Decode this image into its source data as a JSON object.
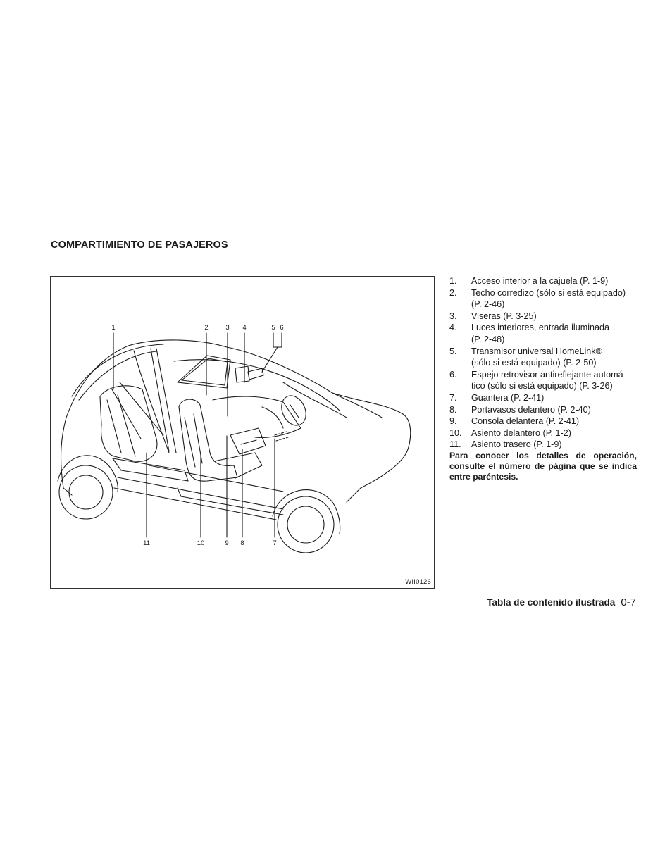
{
  "section": {
    "title": "COMPARTIMIENTO DE PASAJEROS"
  },
  "figure": {
    "id": "WII0126",
    "callouts": [
      "1",
      "2",
      "3",
      "4",
      "5",
      "6",
      "7",
      "8",
      "9",
      "10",
      "11"
    ]
  },
  "legend": {
    "items": [
      {
        "num": "1.",
        "lines": [
          "Acceso interior a la cajuela (P. 1-9)"
        ]
      },
      {
        "num": "2.",
        "lines": [
          "Techo corredizo (sólo si está equipado)",
          "(P. 2-46)"
        ]
      },
      {
        "num": "3.",
        "lines": [
          "Viseras (P. 3-25)"
        ]
      },
      {
        "num": "4.",
        "lines": [
          "Luces interiores, entrada iluminada",
          "(P. 2-48)"
        ]
      },
      {
        "num": "5.",
        "lines": [
          "Transmisor universal HomeLink®",
          "(sólo si está equipado) (P. 2-50)"
        ]
      },
      {
        "num": "6.",
        "lines": [
          "Espejo retrovisor antireflejante automá-",
          "tico (sólo si está equipado) (P. 3-26)"
        ]
      },
      {
        "num": "7.",
        "lines": [
          "Guantera (P. 2-41)"
        ]
      },
      {
        "num": "8.",
        "lines": [
          "Portavasos delantero (P. 2-40)"
        ]
      },
      {
        "num": "9.",
        "lines": [
          "Consola delantera (P. 2-41)"
        ]
      },
      {
        "num": "10.",
        "lines": [
          "Asiento delantero (P. 1-2)"
        ]
      },
      {
        "num": "11.",
        "lines": [
          "Asiento trasero (P. 1-9)"
        ]
      }
    ],
    "note": "Para conocer los detalles de operación, consulte el número de página que se indica entre paréntesis."
  },
  "footer": {
    "section_name": "Tabla de contenido ilustrada",
    "page": "0-7"
  }
}
